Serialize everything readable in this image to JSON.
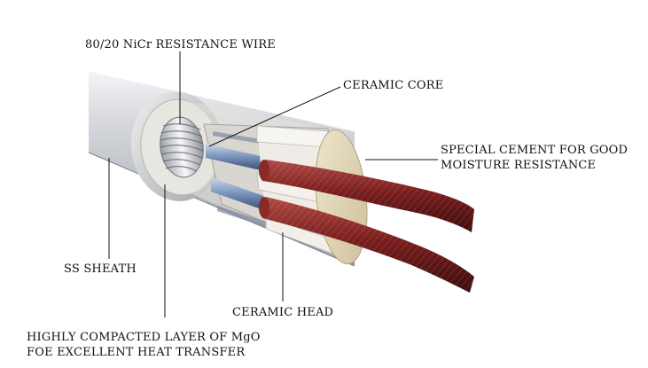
{
  "labels": {
    "wire": "80/20 NiCr RESISTANCE WIRE",
    "core": "CERAMIC CORE",
    "cement_line1": "SPECIAL CEMENT FOR GOOD",
    "cement_line2": "MOISTURE RESISTANCE",
    "sheath": "SS SHEATH",
    "head": "CERAMIC HEAD",
    "mgo_line1": "HIGHLY COMPACTED LAYER OF MgO",
    "mgo_line2": "FOE EXCELLENT HEAT TRANSFER"
  },
  "colors": {
    "sheath": "#c9ccd3",
    "mgo": "#e6e4df",
    "cement": "#dcd3b8",
    "ceramic": "#ece9e4",
    "lead_wire": "#7a1e1e",
    "leader_line": "#111111"
  }
}
